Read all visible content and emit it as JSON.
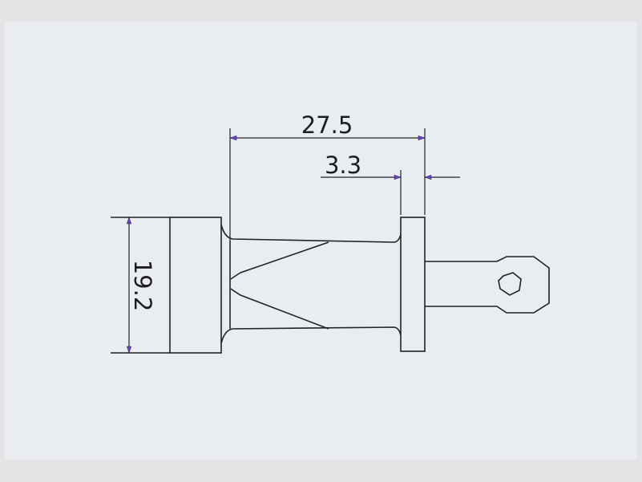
{
  "drawing": {
    "dimensions": {
      "overall_length": "27.5",
      "flange_thickness": "3.3",
      "diameter": "19.2"
    },
    "colors": {
      "background": "#e9edf1",
      "border": "#e4e4e4",
      "line": "#222222",
      "arrowhead": "#6a3fd8"
    }
  }
}
